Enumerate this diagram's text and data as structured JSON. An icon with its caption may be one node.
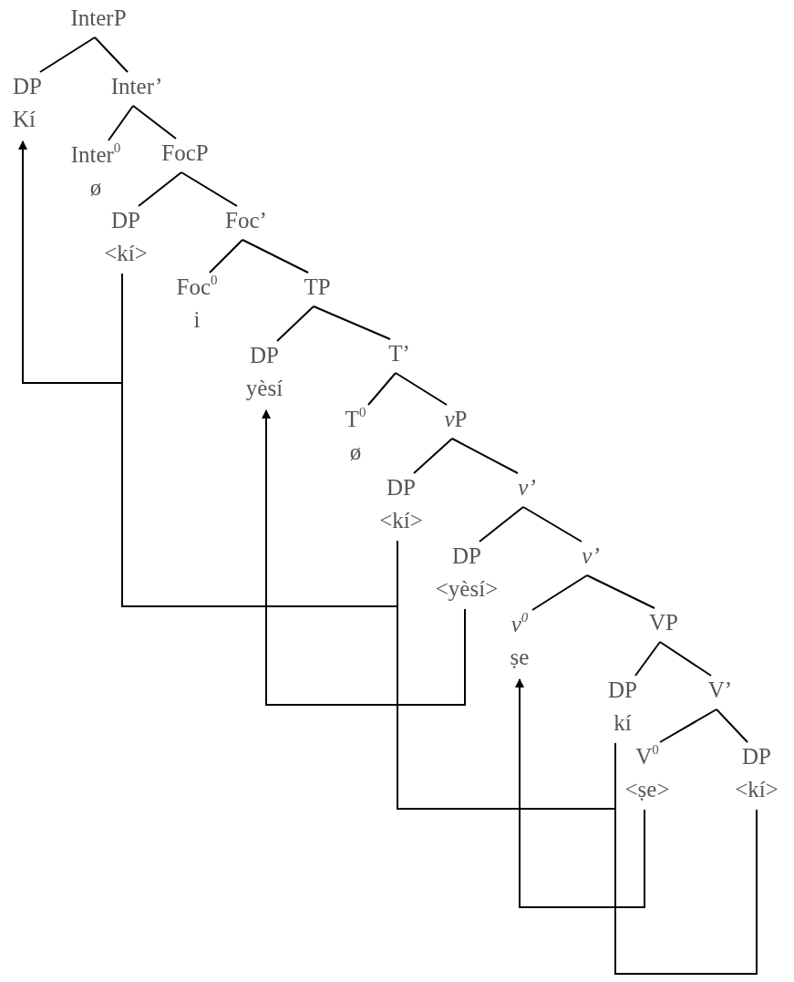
{
  "diagram": {
    "nodes": [
      {
        "text": [
          "InterP"
        ]
      },
      {
        "text": [
          "DP",
          "Kí"
        ]
      },
      {
        "text": [
          "Inter’"
        ]
      },
      {
        "text": [
          "Inter$^{0}$",
          "ø"
        ]
      },
      {
        "text": [
          "FocP"
        ]
      },
      {
        "text": [
          "DP",
          "<kí>"
        ]
      },
      {
        "text": [
          "Foc’"
        ]
      },
      {
        "text": [
          "Foc$^{0}$",
          "i"
        ]
      },
      {
        "text": [
          "TP"
        ]
      },
      {
        "text": [
          "DP",
          "yèsí"
        ]
      },
      {
        "text": [
          "T’"
        ]
      },
      {
        "text": [
          "T$^{0}$",
          "ø"
        ]
      },
      {
        "text": [
          "vP"
        ]
      },
      {
        "text": [
          "DP",
          "<kí>"
        ]
      },
      {
        "text": [
          "v’"
        ]
      },
      {
        "text": [
          "DP",
          "<yèsí>"
        ]
      },
      {
        "text": [
          "v’"
        ]
      },
      {
        "text": [
          "v$^{0}$",
          "ṣe"
        ]
      },
      {
        "text": [
          "VP"
        ]
      },
      {
        "text": [
          "DP",
          "kí"
        ]
      },
      {
        "text": [
          "V’"
        ]
      },
      {
        "text": [
          "V$^{0}$",
          "<ṣe>"
        ]
      },
      {
        "text": [
          "DP",
          "<kí>"
        ]
      }
    ],
    "edges": [
      {
        "from": 0,
        "to": 1,
        "arrow": "none"
      },
      {
        "from": 0,
        "to": 2,
        "arrow": "none"
      },
      {
        "from": 2,
        "to": 3,
        "arrow": "none"
      },
      {
        "from": 2,
        "to": 4,
        "arrow": "none"
      },
      {
        "from": 4,
        "to": 5,
        "arrow": "none"
      },
      {
        "from": 4,
        "to": 6,
        "arrow": "none"
      },
      {
        "from": 6,
        "to": 7,
        "arrow": "none"
      },
      {
        "from": 6,
        "to": 8,
        "arrow": "none"
      },
      {
        "from": 8,
        "to": 9,
        "arrow": "none"
      },
      {
        "from": 8,
        "to": 10,
        "arrow": "none"
      },
      {
        "from": 10,
        "to": 11,
        "arrow": "none"
      },
      {
        "from": 10,
        "to": 12,
        "arrow": "none"
      },
      {
        "from": 12,
        "to": 13,
        "arrow": "none"
      },
      {
        "from": 12,
        "to": 14,
        "arrow": "none"
      },
      {
        "from": 14,
        "to": 15,
        "arrow": "none"
      },
      {
        "from": 14,
        "to": 16,
        "arrow": "none"
      },
      {
        "from": 16,
        "to": 17,
        "arrow": "none"
      },
      {
        "from": 16,
        "to": 18,
        "arrow": "none"
      },
      {
        "from": 18,
        "to": 19,
        "arrow": "none"
      },
      {
        "from": 18,
        "to": 20,
        "arrow": "none"
      },
      {
        "from": 20,
        "to": 21,
        "arrow": "none"
      },
      {
        "from": 20,
        "to": 22,
        "arrow": "none"
      },
      {
        "from": 22,
        "to": 19,
        "arrow": "none"
      },
      {
        "from": 19,
        "to": 13,
        "arrow": "none"
      },
      {
        "from": 13,
        "to": 5,
        "arrow": "none"
      },
      {
        "from": 5,
        "to": 1,
        "arrow": "to"
      },
      {
        "from": 15,
        "to": 9,
        "arrow": "to"
      },
      {
        "from": 21,
        "to": 17,
        "arrow": "to"
      }
    ]
  }
}
